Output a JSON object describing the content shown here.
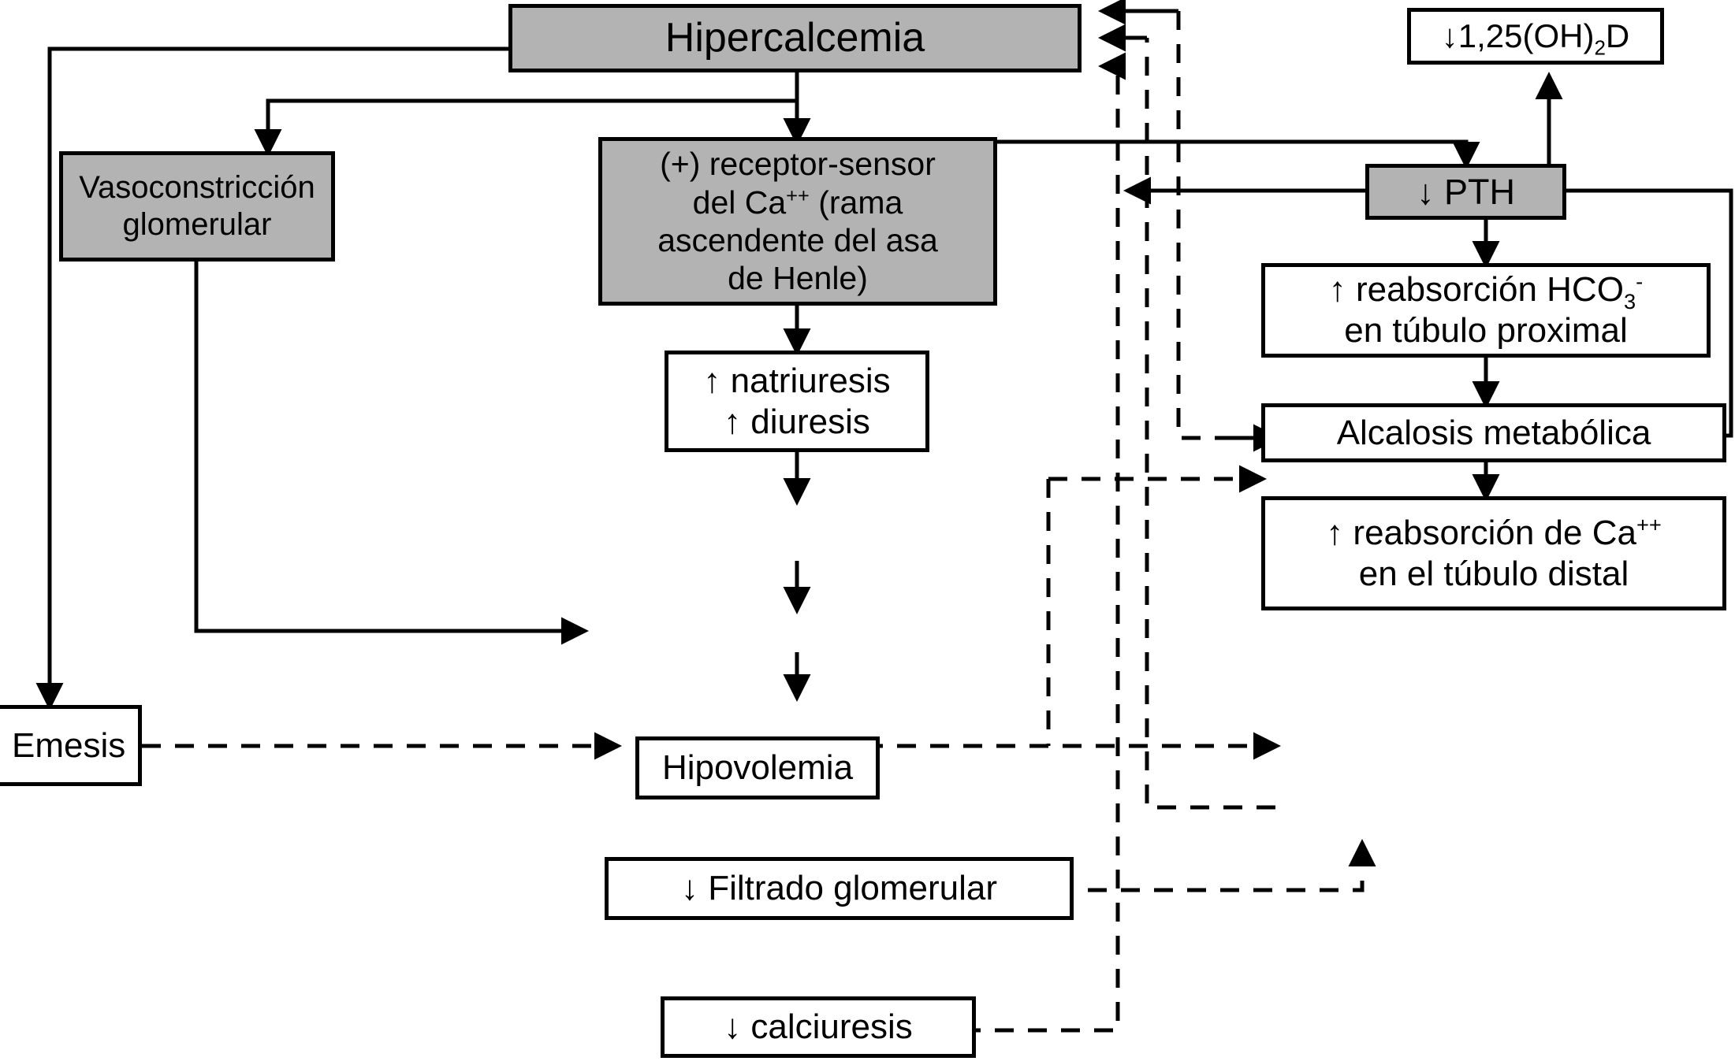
{
  "diagram": {
    "title": "Fisiopatologia renal de la hipercalcemia",
    "language": "es",
    "fill_color": "#b3b3b3",
    "line_color": "#000000",
    "background": "#ffffff"
  },
  "nodes": {
    "hipercalcemia": {
      "label": "Hipercalcemia",
      "fill": "gray"
    },
    "vitd": {
      "label": "↓1,25(OH)₂D",
      "fill": "white"
    },
    "vasoconstriccion": {
      "label": "Vasoconstricción glomerular",
      "fill": "gray"
    },
    "receptor": {
      "label": "(+) receptor-sensor del Ca⁺⁺ (rama ascendente del asa de Henle)",
      "fill": "gray"
    },
    "pth": {
      "label": "↓ PTH",
      "fill": "gray"
    },
    "hco3": {
      "label": "↑ reabsorción HCO₃⁻ en túbulo proximal",
      "fill": "white"
    },
    "natriuresis": {
      "label": "↑ natriuresis ↑ diuresis",
      "fill": "white"
    },
    "alcalosis": {
      "label": "Alcalosis metabólica",
      "fill": "white"
    },
    "emesis": {
      "label": "Emesis",
      "fill": "white"
    },
    "hipovolemia": {
      "label": "Hipovolemia",
      "fill": "white"
    },
    "reabsca": {
      "label": "↑ reabsorción de Ca⁺⁺ en el túbulo distal",
      "fill": "white"
    },
    "filtrado": {
      "label": "↓ Filtrado glomerular",
      "fill": "white"
    },
    "calciuresis": {
      "label": "↓ calciuresis",
      "fill": "white"
    }
  },
  "node_text_parts": {
    "vitd": {
      "arrow": "↓",
      "main": "1,25(OH)",
      "sub": "2",
      "tail": "D"
    },
    "receptor_l1": "(+) receptor-sensor",
    "receptor_l2a": "del Ca",
    "receptor_l2b": "++",
    "receptor_l2c": " (rama",
    "receptor_l3": "ascendente del asa",
    "receptor_l4": "de Henle)",
    "pth": {
      "arrow": "↓",
      "main": " PTH"
    },
    "hco3_l1a": "↑ reabsorción HCO",
    "hco3_l1b": "3",
    "hco3_l1c": "-",
    "hco3_l2": "en túbulo proximal",
    "natri_l1": "↑ natriuresis",
    "natri_l2": "↑ diuresis",
    "reabsca_l1a": "↑ reabsorción de Ca",
    "reabsca_l1b": "++",
    "reabsca_l2": "en el túbulo distal",
    "filtrado": "↓ Filtrado glomerular",
    "calciuresis": "↓ calciuresis"
  },
  "edges": [
    {
      "from": "hipercalcemia",
      "to": "emesis",
      "style": "solid"
    },
    {
      "from": "hipercalcemia",
      "to": "vasoconstriccion",
      "style": "solid"
    },
    {
      "from": "hipercalcemia",
      "to": "receptor",
      "style": "solid"
    },
    {
      "from": "hipercalcemia",
      "to": "pth",
      "style": "solid"
    },
    {
      "from": "pth",
      "to": "vitd",
      "style": "solid"
    },
    {
      "from": "pth",
      "to": "hco3",
      "style": "solid"
    },
    {
      "from": "hco3",
      "to": "alcalosis",
      "style": "solid"
    },
    {
      "from": "alcalosis",
      "to": "reabsca",
      "style": "solid"
    },
    {
      "from": "alcalosis",
      "to": "pth",
      "style": "solid"
    },
    {
      "from": "receptor",
      "to": "natriuresis",
      "style": "solid"
    },
    {
      "from": "natriuresis",
      "to": "hipovolemia",
      "style": "solid"
    },
    {
      "from": "hipovolemia",
      "to": "filtrado",
      "style": "solid"
    },
    {
      "from": "vasoconstriccion",
      "to": "filtrado",
      "style": "solid"
    },
    {
      "from": "filtrado",
      "to": "calciuresis",
      "style": "solid"
    },
    {
      "from": "emesis",
      "to": "hipovolemia",
      "style": "dashed"
    },
    {
      "from": "hipovolemia",
      "to": "reabsca",
      "style": "dashed"
    },
    {
      "from": "hipovolemia",
      "to": "hco3",
      "style": "dashed"
    },
    {
      "from": "filtrado",
      "to": "reabsca",
      "style": "dashed"
    },
    {
      "from": "calciuresis",
      "to": "hipercalcemia",
      "style": "dashed"
    },
    {
      "from": "reabsca",
      "to": "hipercalcemia",
      "style": "dashed"
    },
    {
      "from": "hco3",
      "to": "hipercalcemia",
      "style": "dashed"
    },
    {
      "from": "hco3",
      "to": "alcalosis",
      "style": "dashed"
    }
  ]
}
